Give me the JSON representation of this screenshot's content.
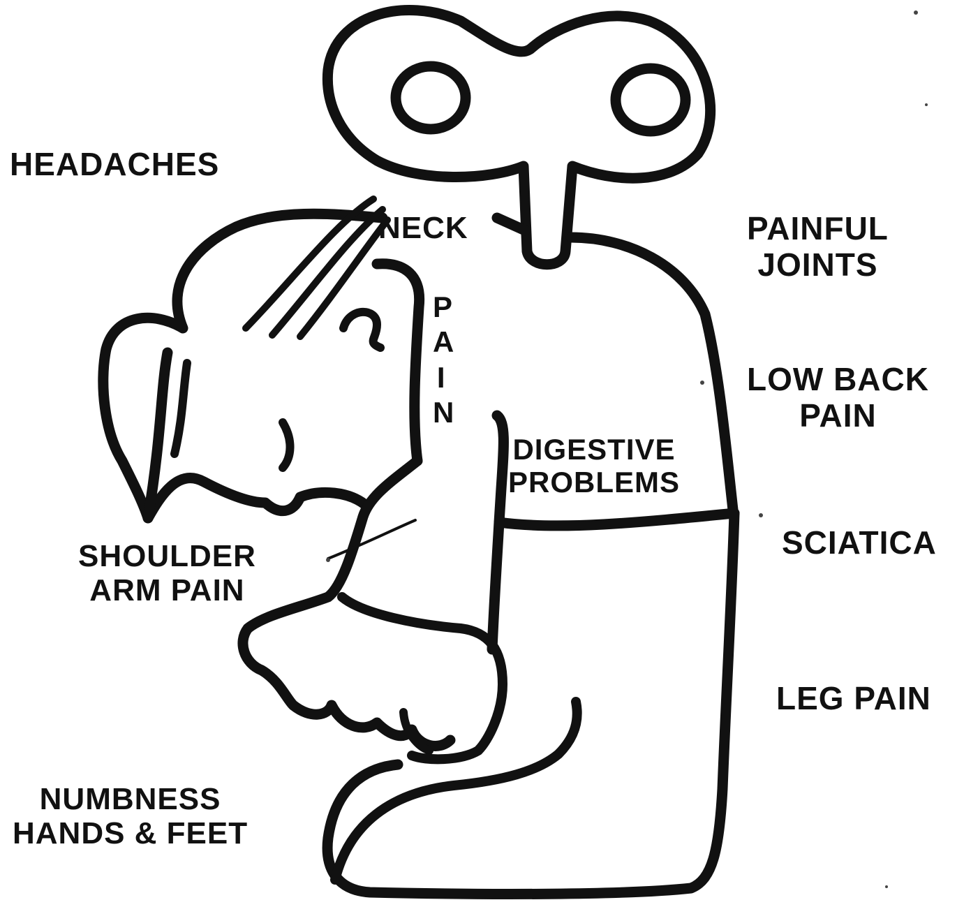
{
  "labels": {
    "headaches": "HEADACHES",
    "neck": "NECK",
    "pain_vertical": "PAIN",
    "painful_joints_line1": "PAINFUL",
    "painful_joints_line2": "JOINTS",
    "low_back_line1": "LOW BACK",
    "low_back_line2": "PAIN",
    "digestive_line1": "DIGESTIVE",
    "digestive_line2": "PROBLEMS",
    "sciatica": "SCIATICA",
    "shoulder_line1": "SHOULDER",
    "shoulder_line2": "ARM PAIN",
    "leg_pain": "LEG PAIN",
    "numbness_line1": "NUMBNESS",
    "numbness_line2": "HANDS & FEET"
  },
  "colors": {
    "ink": "#111111",
    "paper": "#ffffff"
  }
}
